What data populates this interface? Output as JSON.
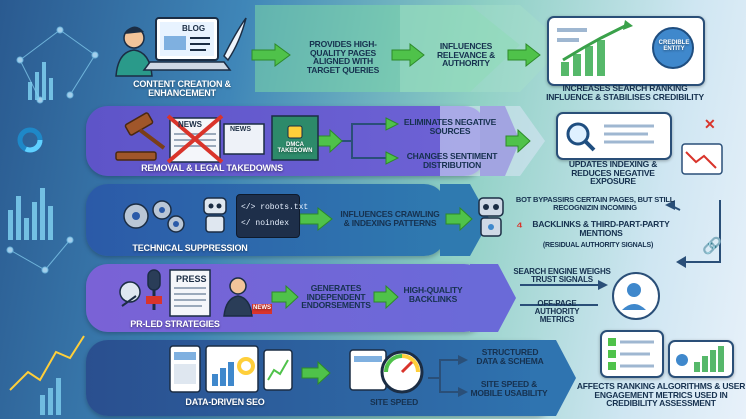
{
  "rows": [
    {
      "id": "content",
      "source": "Content Creation & Enhancement",
      "steps": [
        "Provides high-quality pages aligned with target queries",
        "Influences relevance & authority"
      ],
      "outcome": "Increases search ranking influence & stabilises credibility",
      "icon_label": "BLOG",
      "badge": "CREDIBLE ENTITY"
    },
    {
      "id": "removal",
      "source": "Removal & Legal Takedowns",
      "steps": [
        "Eliminates negative sources",
        "Changes sentiment distribution"
      ],
      "outcome": "Updates indexing & reduces negative exposure",
      "icon_label_news_1": "NEWS",
      "icon_label_news_2": "NEWS",
      "icon_label_dmca": "DMCA TAKEDOWN"
    },
    {
      "id": "technical",
      "source": "Technical Suppression",
      "steps": [
        "Influences crawling & indexing patterns"
      ],
      "code_line_1": "</> robots.txt",
      "code_line_2": "</ noindex",
      "side_note": "Bot bypassirs certain pages, but still recognizin incoming",
      "side_title": "Backlinks & third-part-party mentions",
      "side_sub": "(Residual authority signals)"
    },
    {
      "id": "pr",
      "source": "PR-Led Strategies",
      "steps": [
        "Generates independent endorsements",
        "High-quality backlinks"
      ],
      "icon_label_press": "PRESS",
      "icon_label_news": "NEWS",
      "right_1": "Search engine weighs trust signals",
      "right_2": "Off-page authority metrics"
    },
    {
      "id": "seo",
      "source": "Data-Driven SEO",
      "steps": [
        "Site speed"
      ],
      "branches": [
        "Structured data & schema",
        "Site speed & mobile usability"
      ],
      "outcome": "Affects ranking algorithms & user engagement metrics used in credibility assessment"
    }
  ],
  "colors": {
    "band_purple": "#5e54c8",
    "band_blue": "#2b5aa8",
    "band_teal": "#2d8fa8",
    "band_violet": "#7a62d6",
    "band_deep": "#2a4f8f",
    "arrow_green": "#4fc24a",
    "accent_red": "#d9342b",
    "dark_text": "#16314f"
  }
}
